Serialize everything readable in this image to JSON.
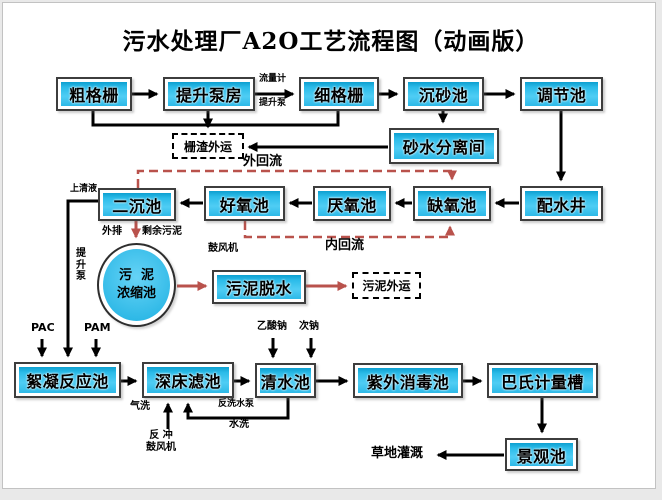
{
  "title": "污水处理厂A2O工艺流程图（动画版）",
  "nodes": {
    "coarse_screen": "粗格栅",
    "lift_pump_house": "提升泵房",
    "fine_screen": "细格栅",
    "grit_chamber": "沉砂池",
    "regulating_tank": "调节池",
    "sand_water_separation": "砂水分离间",
    "distribution_well": "配水井",
    "anoxic_tank": "缺氧池",
    "anaerobic_tank": "厌氧池",
    "aerobic_tank": "好氧池",
    "secondary_clarifier": "二沉池",
    "sludge_thickener_line1": "污  泥",
    "sludge_thickener_line2": "浓缩池",
    "sludge_dewatering": "污泥脱水",
    "flocculation_tank": "絮凝反应池",
    "deep_bed_filter": "深床滤池",
    "clear_water_tank": "清水池",
    "uv_disinfection_tank": "紫外消毒池",
    "parshall_flume": "巴氏计量槽",
    "landscape_pond": "景观池",
    "screenings_outbound": "栅渣外运",
    "sludge_outbound": "污泥外运"
  },
  "labels": {
    "flow_meter": "流量计",
    "lift_pump_top": "提升泵",
    "external_reflux": "外回流",
    "internal_reflux": "内回流",
    "supernatant": "上清液",
    "external_discharge": "外排",
    "excess_sludge": "剩余污泥",
    "blower": "鼓风机",
    "lift_pump_side": "提升泵",
    "pac": "PAC",
    "pam": "PAM",
    "sodium_acetate": "乙酸钠",
    "sodium_hypochlorite": "次钠",
    "air_wash": "气洗",
    "backwash_blower_line1": "反 冲",
    "backwash_blower_line2": "鼓风机",
    "backwash_pump": "反洗水泵",
    "water_wash": "水洗",
    "grass_irrigation": "草地灌溉"
  },
  "colors": {
    "node_fill": "#2fbfec",
    "node_border": "#3d3d3d",
    "flow_black": "#000000",
    "flow_red": "#b9524c"
  }
}
